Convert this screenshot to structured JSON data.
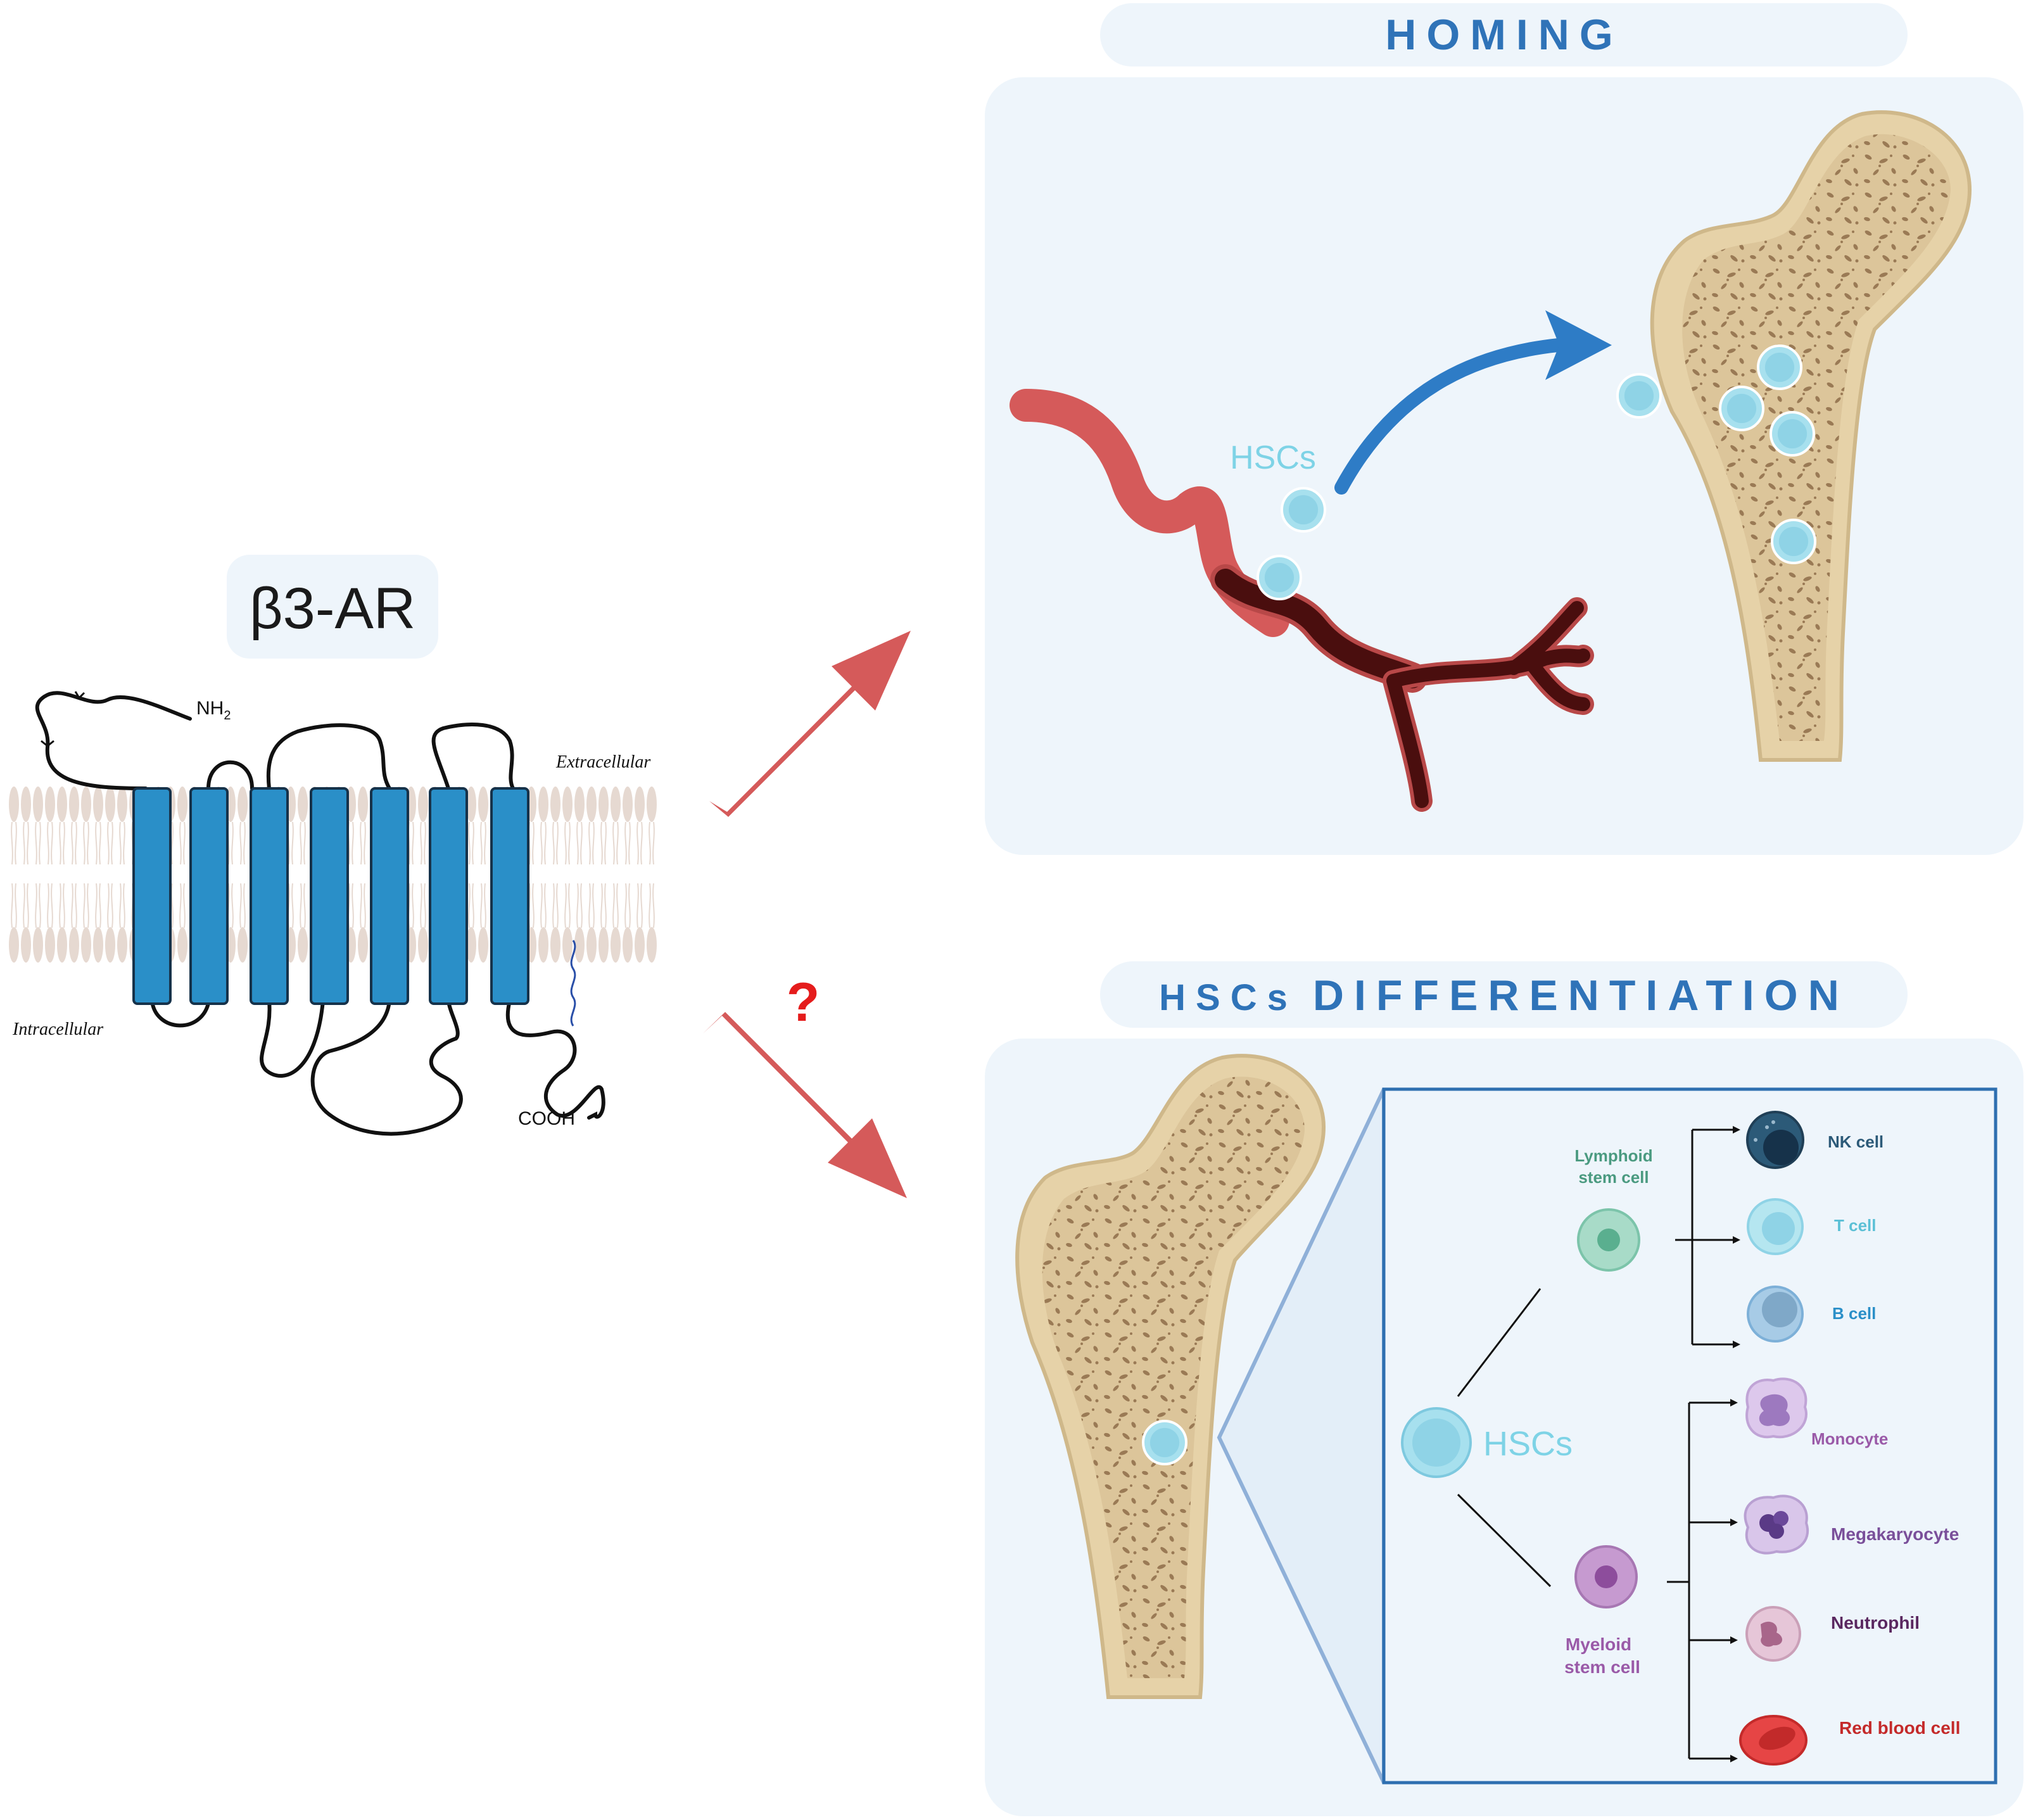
{
  "receptor": {
    "title": "β3-AR",
    "n_terminus": "NH",
    "n_terminus_sub": "2",
    "c_terminus": "COOH",
    "extracellular": "Extracellular",
    "intracellular": "Intracellular"
  },
  "uncertain_marker": "?",
  "homing": {
    "header": "HOMING",
    "hsc_label": "HSCs"
  },
  "differentiation": {
    "header_part1": "HSCs",
    "header_part2": "DIFFERENTIATION",
    "hsc_label": "HSCs",
    "lymphoid": {
      "line1": "Lymphoid",
      "line2": "stem cell"
    },
    "myeloid": {
      "line1": "Myeloid",
      "line2": "stem cell"
    },
    "lymphoid_cells": [
      "NK cell",
      "T cell",
      "B cell"
    ],
    "myeloid_cells": [
      "Monocyte",
      "Megakaryocyte",
      "Neutrophil",
      "Red blood cell"
    ]
  },
  "colors": {
    "membrane_blue": "#2a8fc8",
    "lipid": "#e6d9d1",
    "red_arrow": "#d55a5a",
    "header_blue": "#2f73b8",
    "panel_bg": "#eef5fb",
    "hsc_cyan": "#7ed3e6",
    "bone": "#dcc59a"
  }
}
